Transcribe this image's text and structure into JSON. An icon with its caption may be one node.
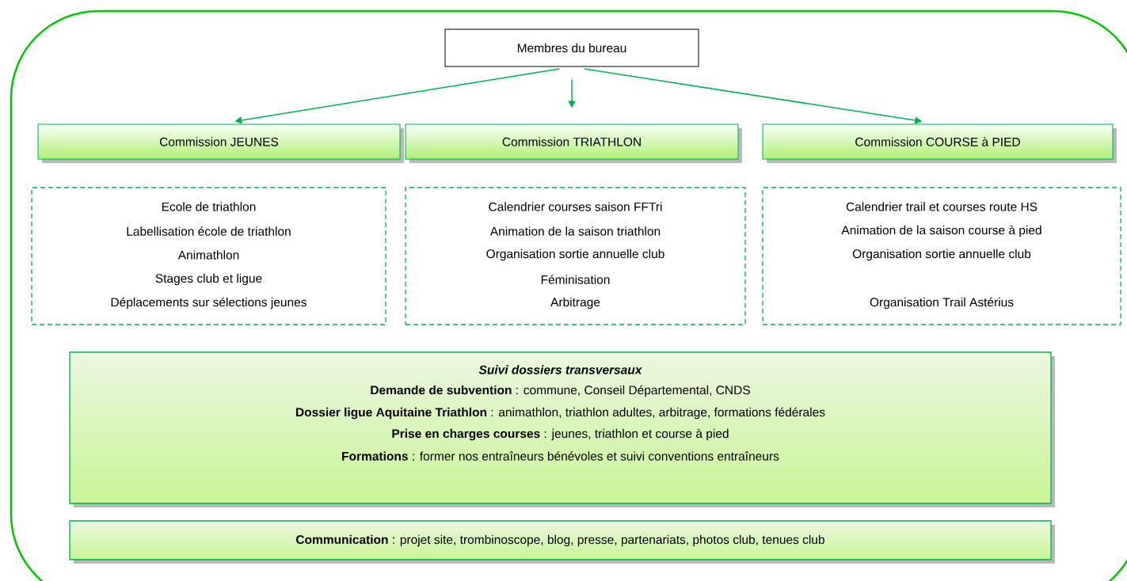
{
  "diagram": {
    "nodes": [
      {
        "text": [
          "Membres du bureau"
        ]
      },
      {
        "text": [
          "Commission JEUNES"
        ]
      },
      {
        "text": [
          "Commission TRIATHLON"
        ]
      },
      {
        "text": [
          "Commission COURSE à PIED"
        ]
      },
      {
        "text": [
          "Ecole de triathlon",
          "Labellisation école de triathlon",
          "Animathlon",
          "Stages club et ligue",
          "Déplacements sur sélections jeunes"
        ]
      },
      {
        "text": [
          "Calendrier courses saison FFTri",
          "Animation de la saison triathlon",
          "Organisation sortie annuelle club",
          "Féminisation",
          "Arbitrage"
        ]
      },
      {
        "text": [
          "Calendrier trail et courses route HS",
          "Animation de la saison course à pied",
          "Organisation sortie annuelle club",
          "Organisation Trail Astérius"
        ]
      },
      {
        "text": [
          "Suivi dossiers transversaux",
          "**Demande de subvention** : commune, Conseil Départemental, CNDS",
          "**Dossier ligue Aquitaine Triathlon** : animathlon, triathlon adultes, arbitrage, formations fédérales",
          "**Prise en charges courses** : jeunes, triathlon et course à pied",
          "**Formations** : former nos entraîneurs bénévoles et suivi conventions entraîneurs"
        ]
      },
      {
        "text": [
          "**Communication** : projet site, trombinoscope, blog, presse, partenariats, photos club, tenues club"
        ]
      }
    ],
    "edges": [
      {
        "from": 0,
        "to": 1,
        "arrow": "to"
      },
      {
        "from": 0,
        "to": 2,
        "arrow": "to"
      },
      {
        "from": 0,
        "to": 3,
        "arrow": "to"
      }
    ]
  }
}
